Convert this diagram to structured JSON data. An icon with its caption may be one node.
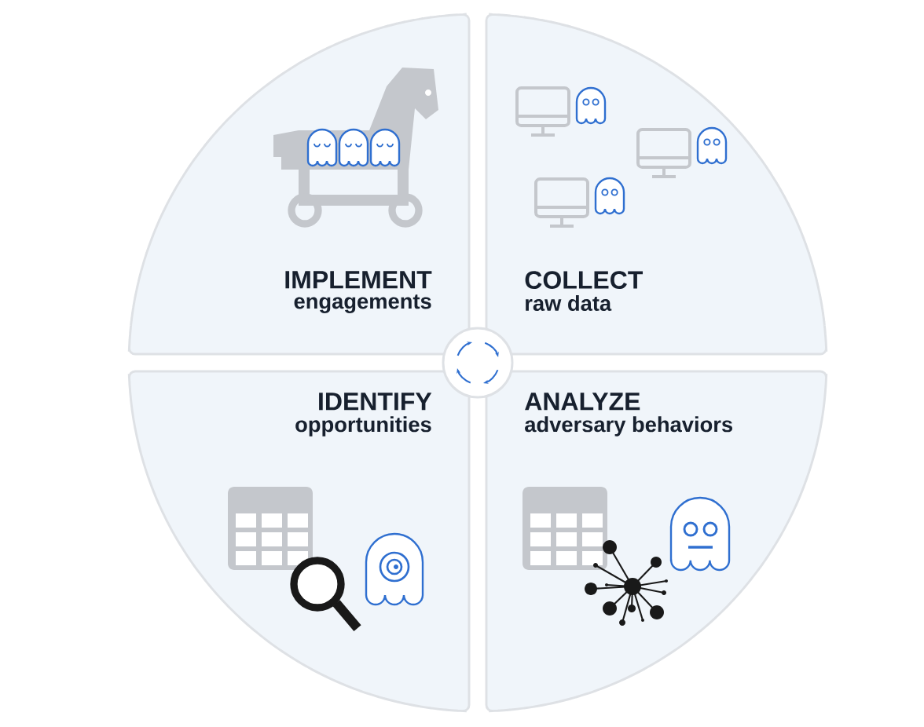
{
  "diagram": {
    "nodes": [
      {
        "text": [
          "IMPLEMENT",
          "engagements"
        ]
      },
      {
        "text": [
          "COLLECT",
          "raw data"
        ]
      },
      {
        "text": [
          "IDENTIFY",
          "opportunities"
        ]
      },
      {
        "text": [
          "ANALYZE",
          "adversary behaviors"
        ]
      }
    ]
  }
}
